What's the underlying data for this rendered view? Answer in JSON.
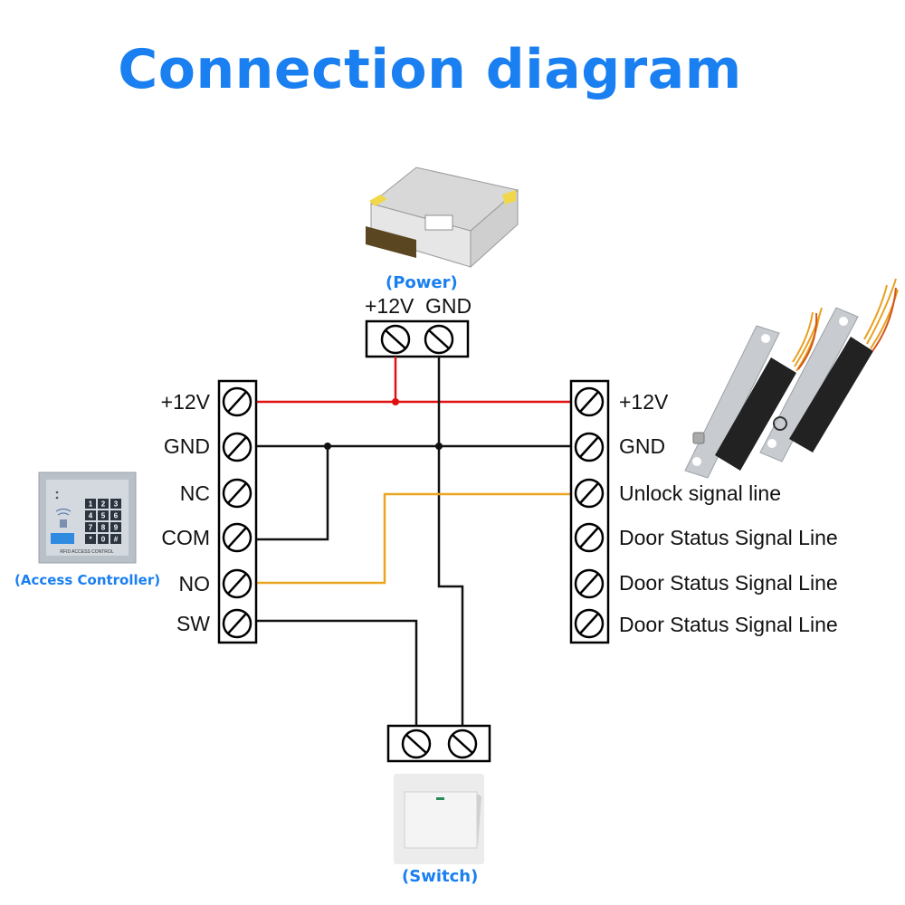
{
  "title": "Connection diagram",
  "colors": {
    "title": "#1a7ff0",
    "wire_power": "#e01010",
    "wire_ground": "#111111",
    "wire_signal": "#eaa520",
    "caption": "#1a7ff0"
  },
  "power_supply": {
    "caption": "(Power)",
    "terminals": [
      "+12V",
      "GND"
    ]
  },
  "access_controller": {
    "caption": "(Access Controller)",
    "device_label": "RFID ACCESS CONTROL",
    "keypad_keys": [
      "1",
      "2",
      "3",
      "4",
      "5",
      "6",
      "7",
      "8",
      "9",
      "*",
      "0",
      "#"
    ],
    "terminals": [
      "+12V",
      "GND",
      "NC",
      "COM",
      "NO",
      "SW"
    ]
  },
  "lock": {
    "terminals": [
      "+12V",
      "GND",
      "Unlock signal line",
      "Door Status Signal Line",
      "Door Status Signal Line",
      "Door Status Signal Line"
    ]
  },
  "switch": {
    "caption": "(Switch)",
    "terminals": 2
  },
  "connections": [
    {
      "from": "Power +12V",
      "to": [
        "Controller +12V",
        "Lock +12V"
      ],
      "color": "red"
    },
    {
      "from": "Power GND",
      "to": [
        "Controller GND",
        "Lock GND",
        "Controller COM",
        "Switch terminal 2"
      ],
      "color": "black"
    },
    {
      "from": "Controller NO",
      "to": [
        "Lock Unlock signal line"
      ],
      "color": "yellow"
    },
    {
      "from": "Controller SW",
      "to": [
        "Switch terminal 1"
      ],
      "color": "black"
    }
  ]
}
